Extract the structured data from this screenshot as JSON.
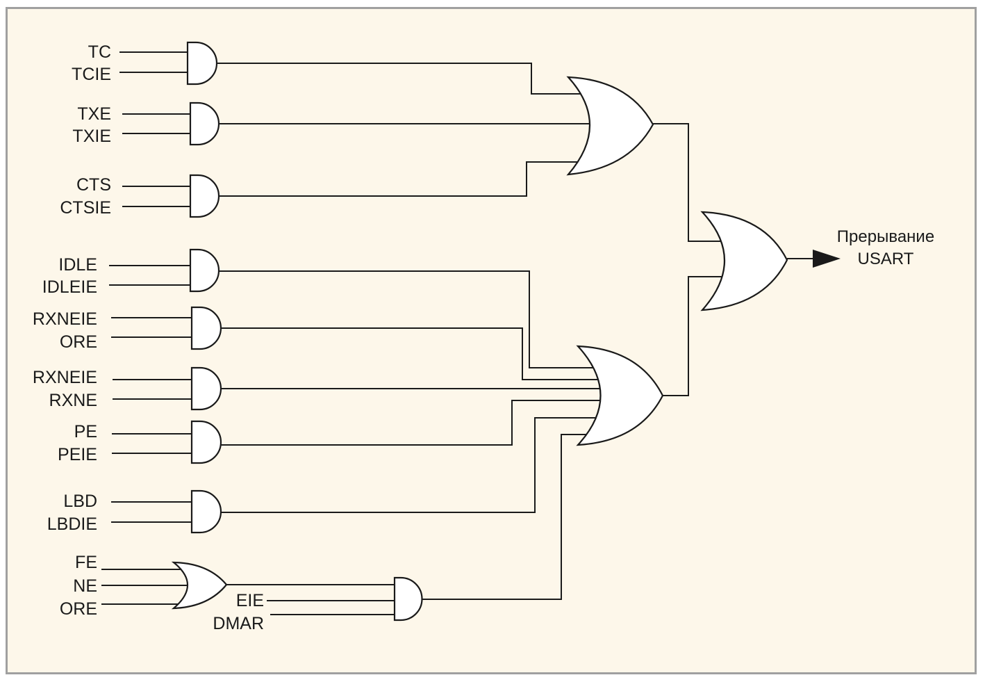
{
  "diagram": {
    "title": "USART interrupt logic",
    "output": {
      "line1": "Прерывание",
      "line2": "USART"
    },
    "and_gates": [
      {
        "id": "and-tc",
        "inputs": [
          "TC",
          "TCIE"
        ]
      },
      {
        "id": "and-txe",
        "inputs": [
          "TXE",
          "TXIE"
        ]
      },
      {
        "id": "and-cts",
        "inputs": [
          "CTS",
          "CTSIE"
        ]
      },
      {
        "id": "and-idle",
        "inputs": [
          "IDLE",
          "IDLEIE"
        ]
      },
      {
        "id": "and-ore",
        "inputs": [
          "RXNEIE",
          "ORE"
        ]
      },
      {
        "id": "and-rxne",
        "inputs": [
          "RXNEIE",
          "RXNE"
        ]
      },
      {
        "id": "and-pe",
        "inputs": [
          "PE",
          "PEIE"
        ]
      },
      {
        "id": "and-lbd",
        "inputs": [
          "LBD",
          "LBDIE"
        ]
      },
      {
        "id": "and-err",
        "inputs": [
          "EIE",
          "DMAR"
        ]
      }
    ],
    "or_gates": [
      {
        "id": "or-err",
        "inputs": [
          "FE",
          "NE",
          "ORE"
        ]
      },
      {
        "id": "or-tx",
        "inputs": [
          "and-tc",
          "and-txe",
          "and-cts"
        ]
      },
      {
        "id": "or-rx",
        "inputs": [
          "and-idle",
          "and-ore",
          "and-rxne",
          "and-pe",
          "and-lbd",
          "and-err"
        ]
      },
      {
        "id": "or-final",
        "inputs": [
          "or-tx",
          "or-rx"
        ]
      }
    ],
    "colors": {
      "background": "#fdf7ea",
      "border": "#a0a0a0",
      "line": "#1a1a1a",
      "gate_fill": "#ffffff"
    }
  }
}
